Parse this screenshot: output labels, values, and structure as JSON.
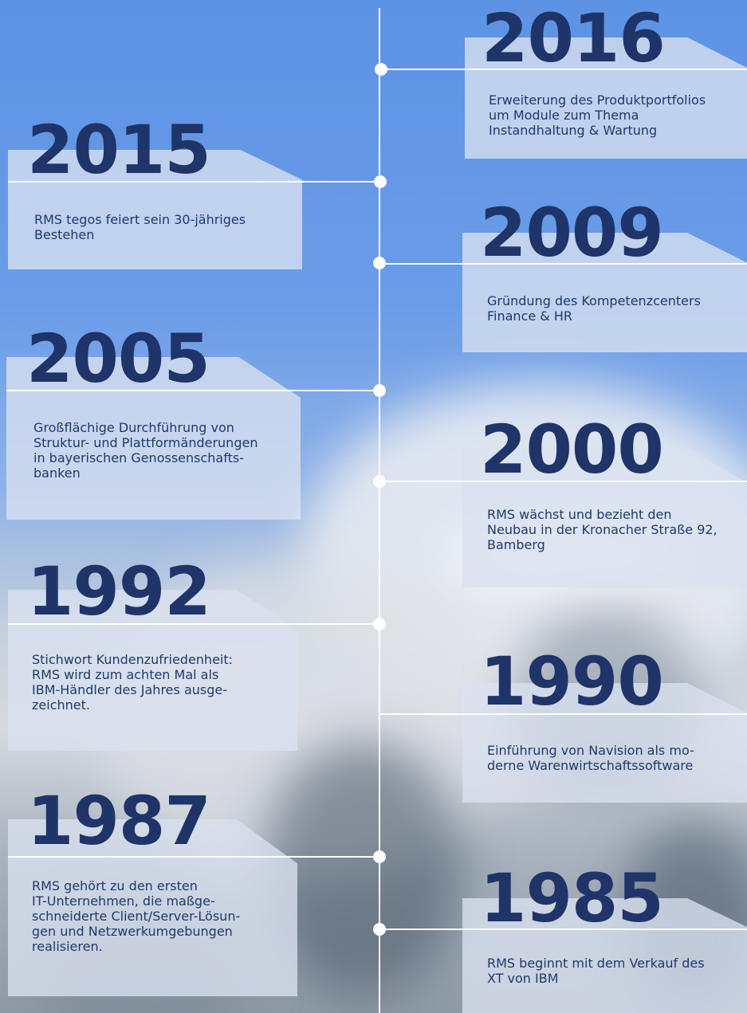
{
  "timeline": {
    "right": [
      {
        "year": "2016",
        "text": "Erweiterung des Produktportfolios\num Module zum Thema\nInstandhaltung & Wartung"
      },
      {
        "year": "2009",
        "text": "Gründung des Kompetenzcenters\nFinance & HR"
      },
      {
        "year": "2000",
        "text": "RMS wächst und bezieht den\nNeubau in der Kronacher Straße 92,\nBamberg"
      },
      {
        "year": "1990",
        "text": "Einführung von Navision als mo-\nderne Warenwirtschaftssoftware"
      },
      {
        "year": "1985",
        "text": "RMS beginnt mit dem Verkauf des\nXT von IBM"
      }
    ],
    "left": [
      {
        "year": "2015",
        "text": "RMS tegos feiert sein 30-jähriges\nBestehen"
      },
      {
        "year": "2005",
        "text": "Großflächige Durchführung von\nStruktur- und Plattformänderungen\nin bayerischen Genossenschafts-\nbanken"
      },
      {
        "year": "1992",
        "text": "Stichwort Kundenzufriedenheit:\nRMS wird zum achten Mal als\nIBM-Händler des Jahres ausge-\nzeichnet."
      },
      {
        "year": "1987",
        "text": "RMS gehört zu den ersten\nIT-Unternehmen, die maßge-\nschneiderte Client/Server-Lösun-\ngen und Netzwerkumgebungen\nrealisieren."
      }
    ]
  }
}
